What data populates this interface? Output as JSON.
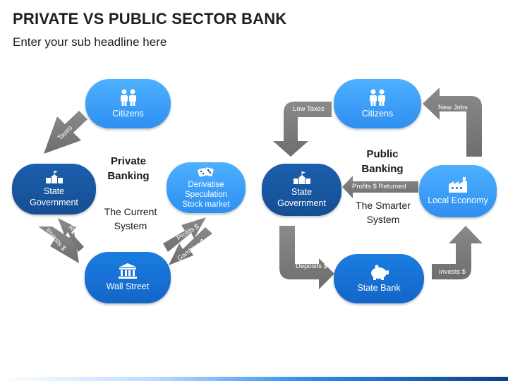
{
  "header": {
    "title": "PRIVATE VS PUBLIC SECTOR BANK",
    "subtitle": "Enter your sub headline here"
  },
  "private": {
    "heading": "Private\nBanking",
    "caption": "The Current\nSystem",
    "nodes": {
      "citizens": {
        "label": "Citizens",
        "icon": "people-icon"
      },
      "state_government": {
        "label": "State\nGovernment",
        "icon": "building-icon"
      },
      "wall_street": {
        "label": "Wall Street",
        "icon": "bank-icon"
      },
      "derivatives": {
        "label": "Derivatise\nSpeculation\nStock market",
        "icon": "dice-icon"
      }
    },
    "arrows": {
      "taxes": "Taxes",
      "invests": "Invests $",
      "returns": "Returns",
      "profits": "Profits $",
      "gambles": "Gambles $"
    }
  },
  "public": {
    "heading": "Public\nBanking",
    "caption": "The Smarter\nSystem",
    "nodes": {
      "citizens": {
        "label": "Citizens",
        "icon": "people-icon"
      },
      "state_government": {
        "label": "State\nGovernment",
        "icon": "building-icon"
      },
      "local_economy": {
        "label": "Local Economy",
        "icon": "factory-icon"
      },
      "state_bank": {
        "label": "State Bank",
        "icon": "piggy-bank-icon"
      }
    },
    "arrows": {
      "low_taxes": "Low Taxes",
      "new_jobs": "New Jobs",
      "profits_returned": "Profits $ Returned",
      "deposits": "Deposits $",
      "invests": "Invests $"
    }
  },
  "colors": {
    "light_blue": "#3a9bf5",
    "mid_blue": "#1a70d4",
    "dark_blue": "#15559f",
    "arrow_gray": "#7a7a7a"
  }
}
